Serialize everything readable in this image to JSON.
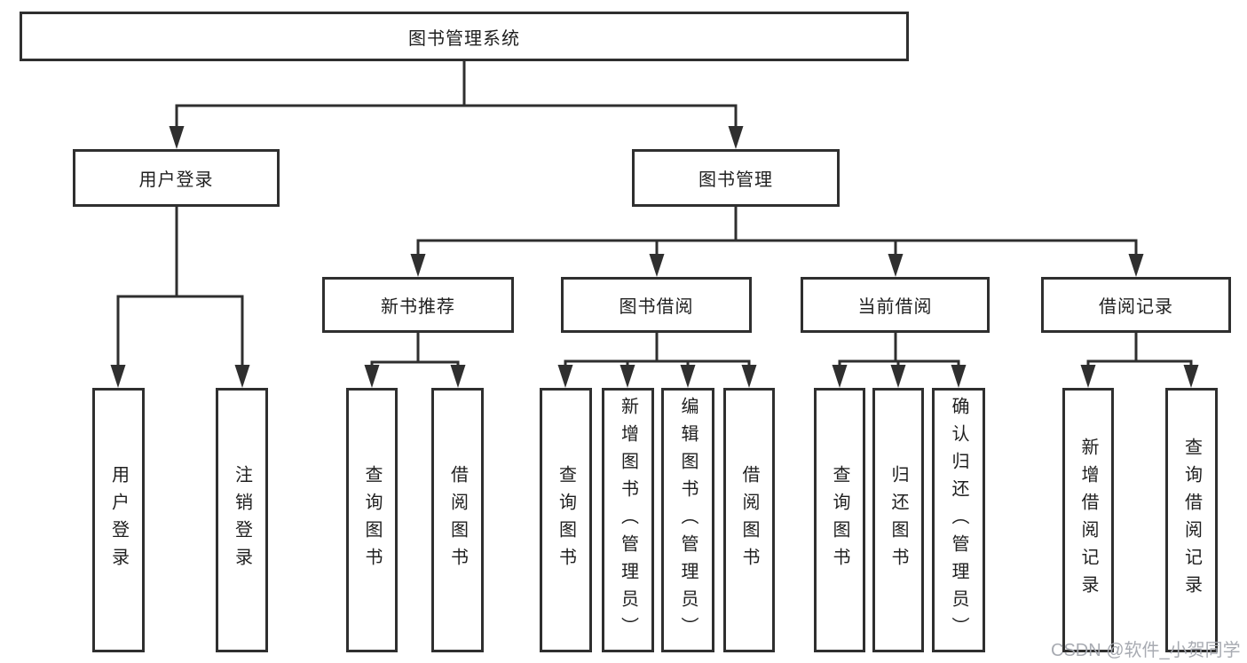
{
  "diagram": {
    "root": {
      "label": "图书管理系统"
    },
    "branches": [
      {
        "label": "用户登录",
        "children": [
          {
            "label": "用户登录"
          },
          {
            "label": "注销登录"
          }
        ]
      },
      {
        "label": "图书管理",
        "children": [
          {
            "label": "新书推荐",
            "children": [
              {
                "label": "查询图书"
              },
              {
                "label": "借阅图书"
              }
            ]
          },
          {
            "label": "图书借阅",
            "children": [
              {
                "label": "查询图书"
              },
              {
                "label": "新增图书（管理员）"
              },
              {
                "label": "编辑图书（管理员）"
              },
              {
                "label": "借阅图书"
              }
            ]
          },
          {
            "label": "当前借阅",
            "children": [
              {
                "label": "查询图书"
              },
              {
                "label": "归还图书"
              },
              {
                "label": "确认归还（管理员）"
              }
            ]
          },
          {
            "label": "借阅记录",
            "children": [
              {
                "label": "新增借阅记录"
              },
              {
                "label": "查询借阅记录"
              }
            ]
          }
        ]
      }
    ],
    "line_color": "#2f2f2f",
    "border_color": "#2f2f2f",
    "text_color": "#1f1f1f",
    "background_color": "#ffffff"
  },
  "watermark": {
    "text": "CSDN @软件_小贺同学"
  }
}
